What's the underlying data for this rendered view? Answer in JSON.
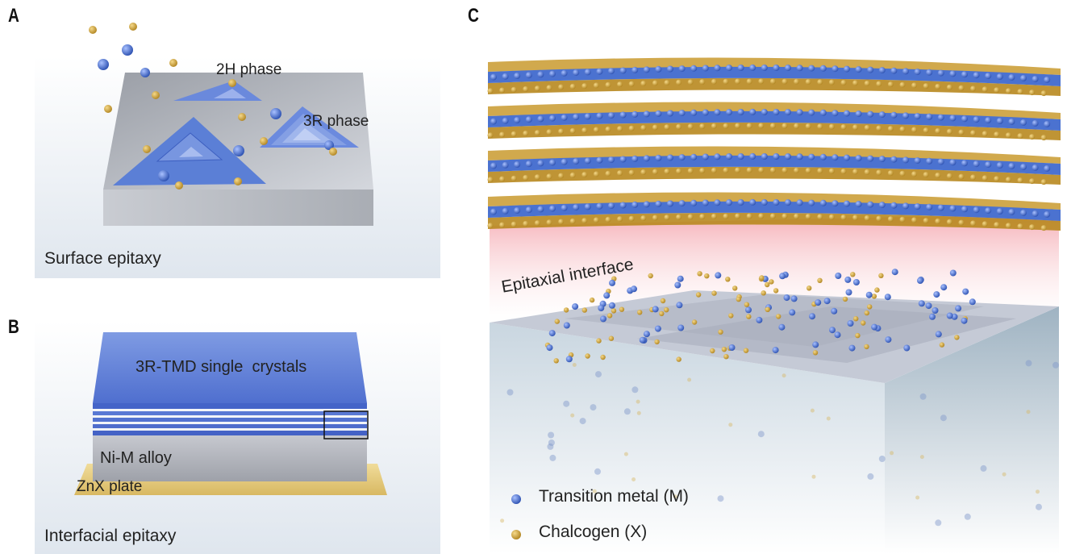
{
  "panels": {
    "a": {
      "letter": "A",
      "label_2h": "2H phase",
      "label_3r": "3R phase",
      "caption": "Surface epitaxy"
    },
    "b": {
      "letter": "B",
      "top_label": "3R-TMD single  crystals",
      "alloy_label": "Ni-M alloy",
      "plate_label": "ZnX plate",
      "caption": "Interfacial epitaxy"
    },
    "c": {
      "letter": "C",
      "interface_label": "Epitaxial interface",
      "legend": [
        {
          "label": "Transition metal (M)",
          "color": "#3b66c4"
        },
        {
          "label": "Chalcogen (X)",
          "color": "#c99a2e"
        }
      ]
    }
  },
  "colors": {
    "metal": "#3b66c4",
    "chalcogen": "#c99a2e",
    "substrate": "#b9bcc4",
    "crystal": "#5b7fd6",
    "plate": "#e8cf86",
    "interface_glow": "#f4a6ae"
  }
}
